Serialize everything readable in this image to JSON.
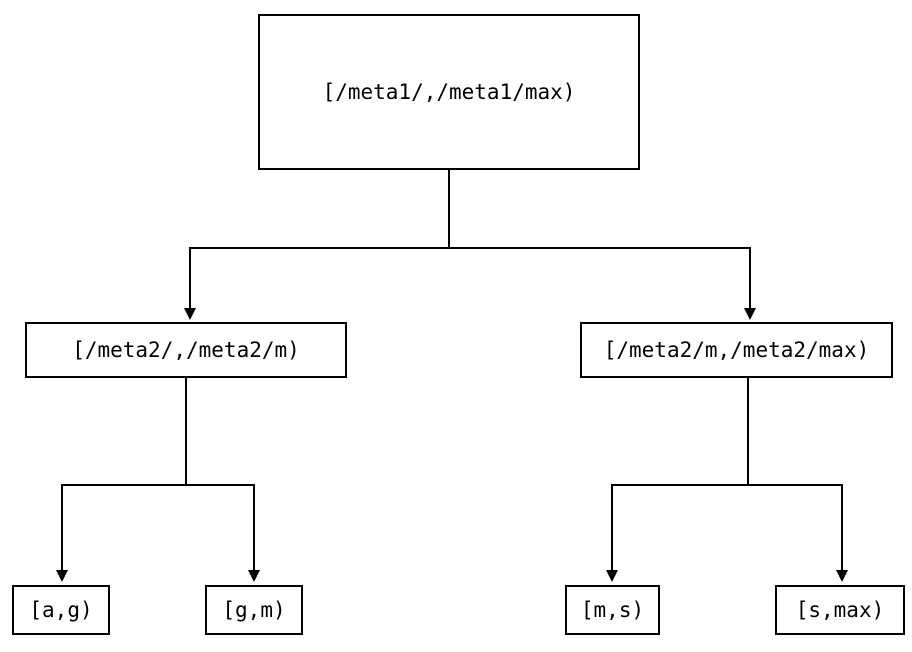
{
  "diagram": {
    "type": "tree",
    "stroke_color": "#000000",
    "background_color": "#ffffff",
    "root": {
      "label": "[/meta1/,/meta1/max)"
    },
    "level2": [
      {
        "label": "[/meta2/,/meta2/m)"
      },
      {
        "label": "[/meta2/m,/meta2/max)"
      }
    ],
    "leaves": [
      {
        "label": "[a,g)"
      },
      {
        "label": "[g,m)"
      },
      {
        "label": "[m,s)"
      },
      {
        "label": "[s,max)"
      }
    ]
  }
}
